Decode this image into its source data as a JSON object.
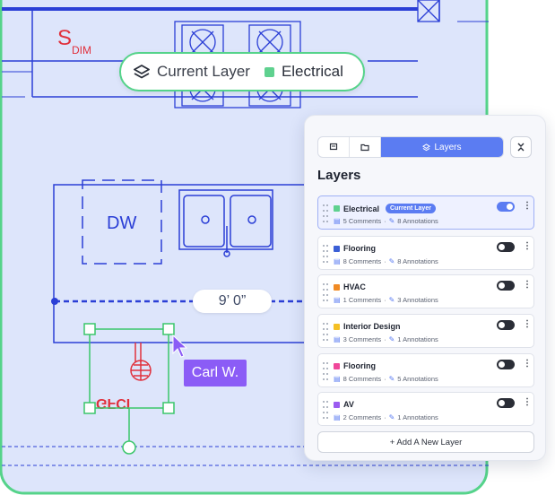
{
  "drawing": {
    "sdim_main": "S",
    "sdim_sub": "DIM",
    "dw_label": "DW",
    "gfci_label": "GFCI",
    "dimension": "9’ 0”",
    "cursor_user": "Carl W."
  },
  "current_layer_pill": {
    "label": "Current Layer",
    "value": "Electrical",
    "value_color": "#5fd18f"
  },
  "panel": {
    "tabs_active_label": "Layers",
    "title": "Layers",
    "layers": [
      {
        "name": "Electrical",
        "color": "#5fd18f",
        "badge": "Current Layer",
        "comments": "5 Comments",
        "annotations": "8 Annotations",
        "enabled": true
      },
      {
        "name": "Flooring",
        "color": "#3b5fd6",
        "comments": "8 Comments",
        "annotations": "8 Annotations",
        "enabled": false
      },
      {
        "name": "HVAC",
        "color": "#f08a24",
        "comments": "1 Comments",
        "annotations": "3 Annotations",
        "enabled": false
      },
      {
        "name": "Interior Design",
        "color": "#f5c024",
        "comments": "3 Comments",
        "annotations": "1 Annotations",
        "enabled": false
      },
      {
        "name": "Flooring",
        "color": "#f0479a",
        "comments": "8 Comments",
        "annotations": "5 Annotations",
        "enabled": false
      },
      {
        "name": "AV",
        "color": "#9b5cf0",
        "comments": "2 Comments",
        "annotations": "1 Annotations",
        "enabled": false
      }
    ],
    "add_button": "+ Add A New Layer",
    "separator": "·"
  },
  "colors": {
    "blueprint_bg": "#dde5fb",
    "blueprint_line": "#2b3fd6",
    "frame_green": "#55d38a",
    "accent": "#5b7cf2",
    "red": "#e0303c"
  }
}
